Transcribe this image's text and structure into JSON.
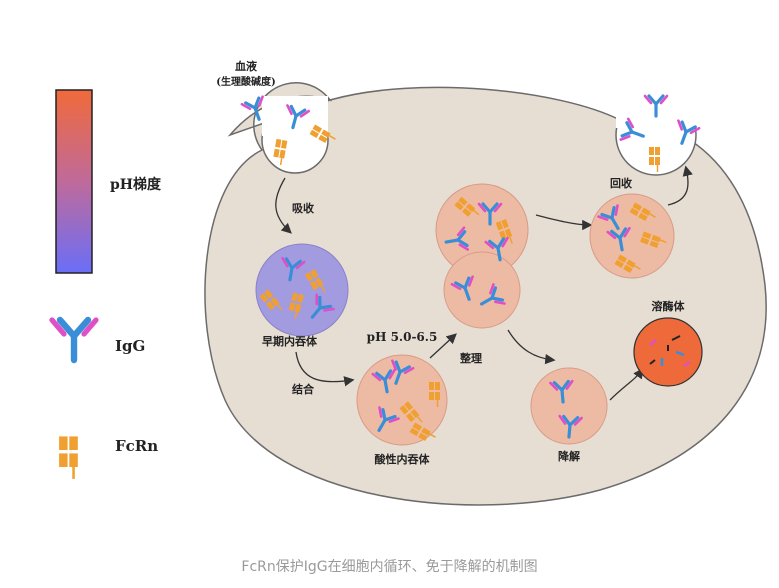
{
  "colors": {
    "cell": "#e6ddd3",
    "cell_stroke": "#6b6b6b",
    "early_endosome": "#a39be0",
    "acidic_endosome": "#edbba4",
    "lysosome": "#ee6a3a",
    "igg_blue": "#3a8ed8",
    "igg_pink": "#e04fc6",
    "fcrn_orange": "#f0a030",
    "gradient_top": "#f06a3a",
    "gradient_bottom": "#6a6ef8"
  },
  "legend": {
    "ph_gradient_label": "pH梯度",
    "igg_label": "IgG",
    "fcrn_label": "FcRn"
  },
  "labels": {
    "blood": "血液",
    "blood_sub": "(生理酸碱度)",
    "uptake": "吸收",
    "early_endosome": "早期内吞体",
    "binding": "结合",
    "ph_range": "pH 5.0-6.5",
    "acidic_endosome": "酸性内吞体",
    "sorting": "整理",
    "recycling": "回收",
    "lysosome": "溶酶体",
    "degradation": "降解"
  },
  "caption": "FcRn保护IgG在细胞内循环、免于降解的机制图"
}
